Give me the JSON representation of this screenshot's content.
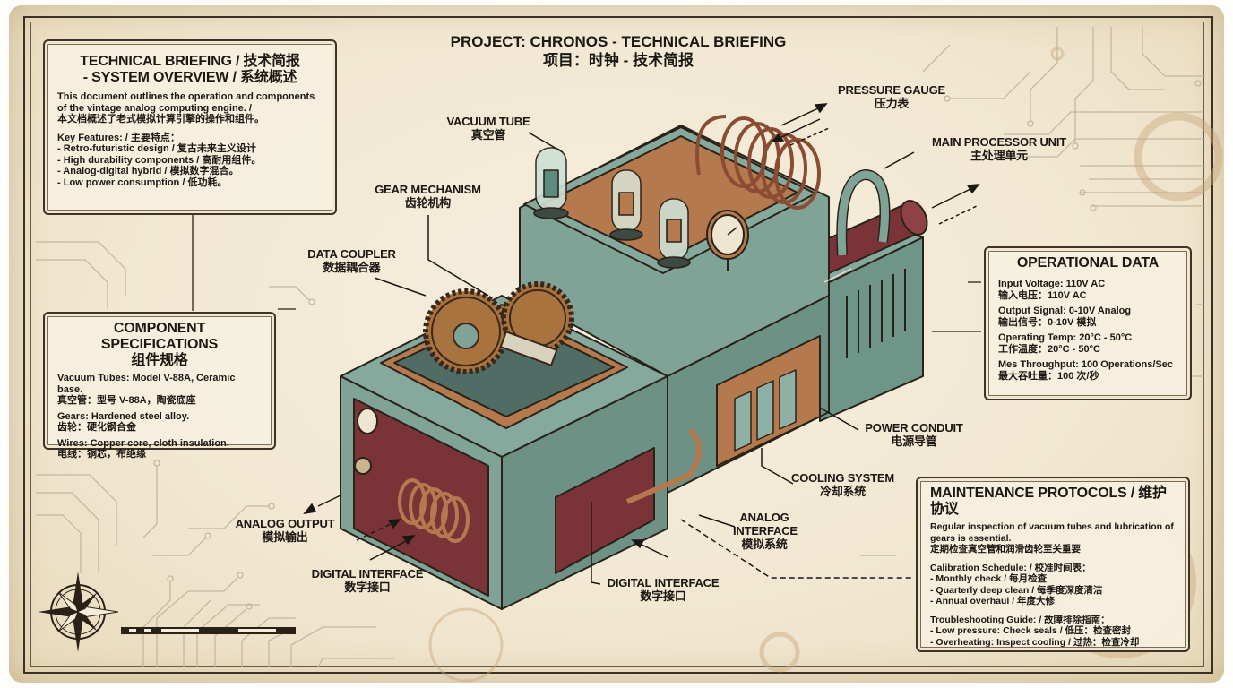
{
  "header": {
    "title_en": "PROJECT: CHRONOS - TECHNICAL BRIEFING",
    "title_zh": "项目：时钟 - 技术简报"
  },
  "overview": {
    "heading_1": "TECHNICAL BRIEFING / 技术简报",
    "heading_2": "- SYSTEM OVERVIEW / 系统概述",
    "intro_en_1": "This document outlines the operation and components",
    "intro_en_2": "of the vintage analog computing engine. /",
    "intro_zh": "本文档概述了老式模拟计算引擎的操作和组件。",
    "features_heading": "Key Features: / 主要特点：",
    "features": [
      "- Retro-futuristic design / 复古未来主义设计",
      "- High durability components / 高耐用组件。",
      "- Analog-digital hybrid / 模拟数字混合。",
      "- Low power consumption / 低功耗。"
    ]
  },
  "specs": {
    "heading_en": "COMPONENT SPECIFICATIONS",
    "heading_zh": "组件规格",
    "items": [
      {
        "en": "Vacuum Tubes: Model V-88A, Ceramic base.",
        "zh": "真空管：型号 V-88A，陶瓷底座"
      },
      {
        "en": "Gears: Hardened steel alloy.",
        "zh": "齿轮：硬化钢合金"
      },
      {
        "en": "Wires: Copper core, cloth insulation.",
        "zh": "电线：铜芯，布绝缘"
      }
    ]
  },
  "operational": {
    "heading": "OPERATIONAL DATA",
    "items": [
      {
        "en": "Input Voltage: 110V AC",
        "zh": "输入电压：110V AC"
      },
      {
        "en": "Output Signal: 0-10V Analog",
        "zh": "输出信号：0-10V 模拟"
      },
      {
        "en": "Operating Temp: 20°C - 50°C",
        "zh": "工作温度：20°C - 50°C"
      },
      {
        "en": "Mes Throughput: 100 Operations/Sec",
        "zh": "最大吞吐量：100 次/秒"
      }
    ]
  },
  "maintenance": {
    "heading": "MAINTENANCE PROTOCOLS / 维护协议",
    "intro_en_1": "Regular inspection of vacuum tubes and lubrication of",
    "intro_en_2": "gears is essential.",
    "intro_zh": "定期检查真空管和润滑齿轮至关重要",
    "calibration_heading": "Calibration Schedule: / 校准时间表：",
    "calibration": [
      "- Monthly check / 每月检查",
      "- Quarterly deep clean / 每季度深度清洁",
      "- Annual overhaul / 年度大修"
    ],
    "troubleshooting_heading": "Troubleshooting Guide: / 故障排除指南：",
    "troubleshooting": [
      "- Low pressure: Check seals / 低压：检查密封",
      "- Overheating: Inspect cooling / 过热：检查冷却"
    ]
  },
  "callouts": [
    {
      "en": "VACUUM TUBE",
      "zh": "真空管"
    },
    {
      "en": "PRESSURE GAUGE",
      "zh": "压力表"
    },
    {
      "en": "MAIN PROCESSOR UNIT",
      "zh": "主处理单元"
    },
    {
      "en": "GEAR MECHANISM",
      "zh": "齿轮机构"
    },
    {
      "en": "DATA COUPLER",
      "zh": "数据耦合器"
    },
    {
      "en": "POWER CONDUIT",
      "zh": "电源导管"
    },
    {
      "en": "COOLING SYSTEM",
      "zh": "冷却系统"
    },
    {
      "en": "ANALOG OUTPUT",
      "zh": "模拟输出"
    },
    {
      "en": "DIGITAL INTERFACE",
      "zh": "数字接口"
    },
    {
      "en": "ANALOG INTERFACE",
      "zh": "模拟系统"
    },
    {
      "en": "DIGITAL INTERFACE",
      "zh": "数字接口"
    }
  ],
  "colors": {
    "paper": "#f1e7d1",
    "ink": "#1b1712",
    "machine_teal": "#7fa397",
    "machine_maroon": "#7a3438",
    "copper": "#b87a48",
    "trace": "#b9ad96"
  }
}
